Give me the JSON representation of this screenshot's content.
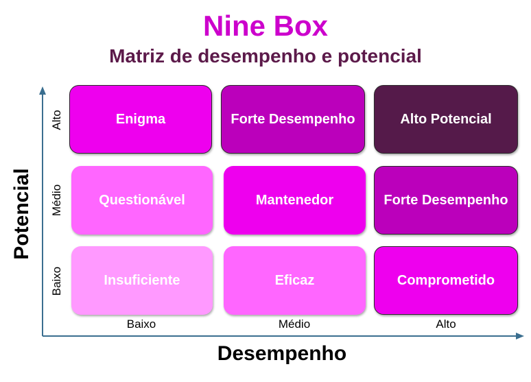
{
  "title": "Nine Box",
  "subtitle": "Matriz de desempenho e potencial",
  "colors": {
    "title": "#cc00cc",
    "subtitle": "#5c1a4a",
    "axis": "#3a6e8f",
    "box_bright": "#ee00ee",
    "box_medium": "#bb00bb",
    "box_dark": "#551a4a",
    "box_light": "#ff66ff",
    "box_lighter": "#ff99ff"
  },
  "axes": {
    "y_label": "Potencial",
    "x_label": "Desempenho",
    "y_ticks": [
      "Alto",
      "Médio",
      "Baixo"
    ],
    "x_ticks": [
      "Baixo",
      "Médio",
      "Alto"
    ]
  },
  "grid": [
    [
      {
        "label": "Enigma",
        "color": "#ee00ee"
      },
      {
        "label": "Forte Desempenho",
        "color": "#bb00bb"
      },
      {
        "label": "Alto Potencial",
        "color": "#551a4a"
      }
    ],
    [
      {
        "label": "Questionável",
        "color": "#ff66ff"
      },
      {
        "label": "Mantenedor",
        "color": "#ee00ee"
      },
      {
        "label": "Forte Desempenho",
        "color": "#bb00bb"
      }
    ],
    [
      {
        "label": "Insuficiente",
        "color": "#ff99ff"
      },
      {
        "label": "Eficaz",
        "color": "#ff66ff"
      },
      {
        "label": "Comprometido",
        "color": "#ee00ee"
      }
    ]
  ]
}
